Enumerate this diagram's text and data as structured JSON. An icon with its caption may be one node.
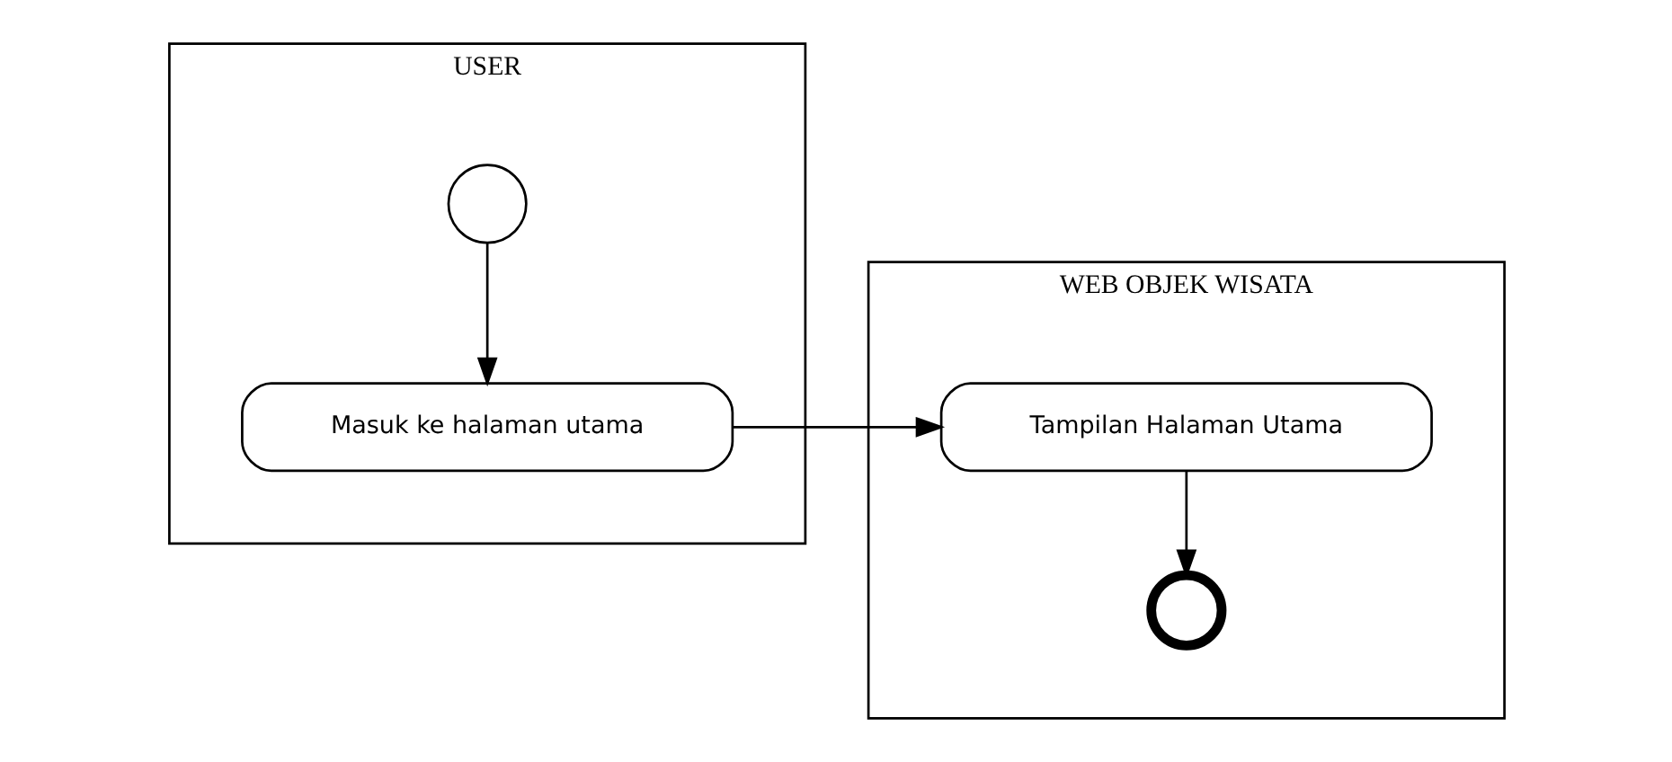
{
  "diagram": {
    "nodes": [
      {
        "text": [
          "USER"
        ]
      },
      {
        "text": [],
        "shape": "circle",
        "in": 0
      },
      {
        "text": [
          "Masuk ke halaman utama"
        ],
        "in": 0
      },
      {
        "text": [
          "WEB OBJEK WISATA"
        ]
      },
      {
        "text": [
          "Tampilan Halaman Utama"
        ],
        "in": 3
      },
      {
        "text": [],
        "shape": "endcircle",
        "in": 3
      }
    ],
    "edges": [
      {
        "from": 1,
        "to": 2,
        "arrow": "to"
      },
      {
        "from": 2,
        "to": 4,
        "arrow": "to"
      },
      {
        "from": 4,
        "to": 5,
        "arrow": "to"
      }
    ]
  }
}
